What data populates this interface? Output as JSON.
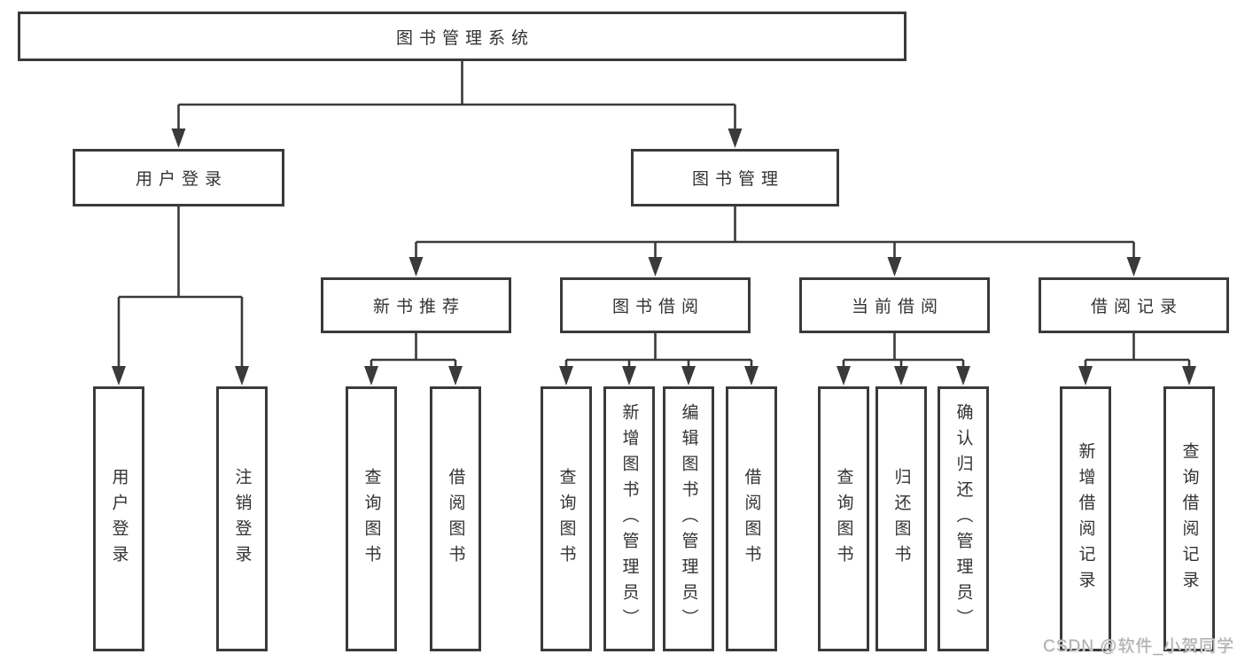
{
  "watermark": "CSDN @软件_小贺同学",
  "colors": {
    "line": "#3a3a3a",
    "box_border": "#3a3a3a",
    "text": "#333333",
    "background": "#ffffff",
    "watermark": "#aeaeae"
  },
  "tree": {
    "root": "图书管理系统",
    "branches": [
      {
        "label": "用户登录",
        "leaves": [
          "用户登录",
          "注销登录"
        ]
      },
      {
        "label": "图书管理",
        "groups": [
          {
            "label": "新书推荐",
            "leaves": [
              "查询图书",
              "借阅图书"
            ]
          },
          {
            "label": "图书借阅",
            "leaves": [
              "查询图书",
              "新增图书（管理员）",
              "编辑图书（管理员）",
              "借阅图书"
            ]
          },
          {
            "label": "当前借阅",
            "leaves": [
              "查询图书",
              "归还图书",
              "确认归还（管理员）"
            ]
          },
          {
            "label": "借阅记录",
            "leaves": [
              "新增借阅记录",
              "查询借阅记录"
            ]
          }
        ]
      }
    ]
  }
}
